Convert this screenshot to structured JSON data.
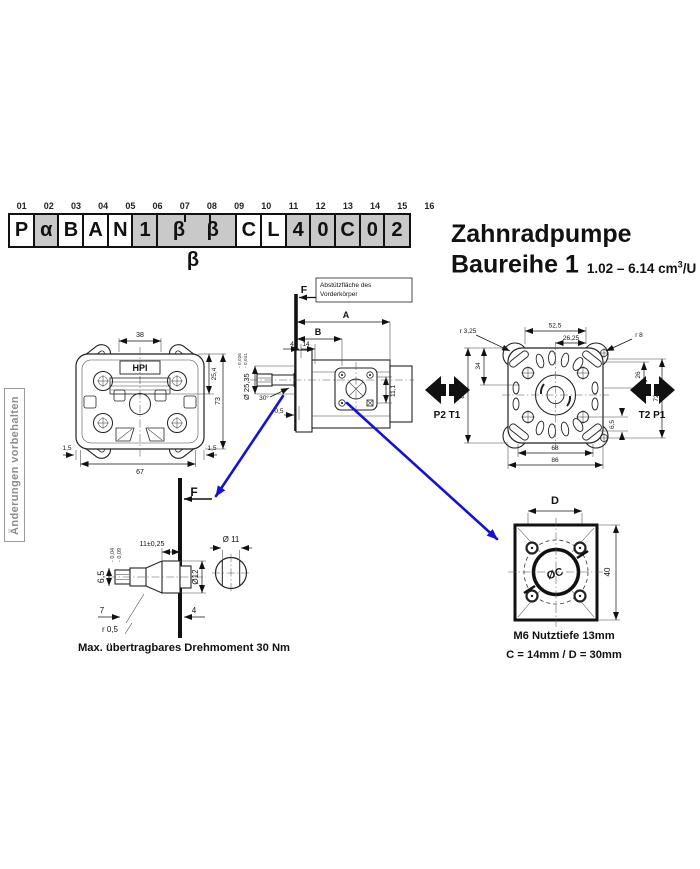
{
  "header": {
    "title": "Zahnradpumpe",
    "series": "Baureihe 1",
    "disp_prefix": "1.02 – 6.14 cm",
    "disp_sup": "3",
    "disp_suffix": "/U"
  },
  "side_note": "Änderungen vorbehalten",
  "colors": {
    "callout_arrow": "#1512d4",
    "table_shaded": "#c9c9c9"
  },
  "code_table": {
    "positions": [
      "01",
      "02",
      "03",
      "04",
      "05",
      "06",
      "07",
      "08",
      "09",
      "10",
      "11",
      "12",
      "13",
      "14",
      "15",
      "16"
    ],
    "cells": [
      {
        "value": "P",
        "shaded": false,
        "span": 1
      },
      {
        "value": "α",
        "shaded": true,
        "span": 1
      },
      {
        "value": "B",
        "shaded": false,
        "span": 1
      },
      {
        "value": "A",
        "shaded": false,
        "span": 1
      },
      {
        "value": "N",
        "shaded": false,
        "span": 1
      },
      {
        "value": "1",
        "shaded": true,
        "span": 1
      },
      {
        "value": "β β β",
        "shaded": true,
        "span": 3
      },
      {
        "value": "C",
        "shaded": false,
        "span": 1
      },
      {
        "value": "L",
        "shaded": false,
        "span": 1
      },
      {
        "value": "4",
        "shaded": true,
        "span": 1
      },
      {
        "value": "0",
        "shaded": true,
        "span": 1
      },
      {
        "value": "C",
        "shaded": true,
        "span": 1
      },
      {
        "value": "0",
        "shaded": true,
        "span": 1
      },
      {
        "value": "2",
        "shaded": true,
        "span": 1
      }
    ]
  },
  "front_view": {
    "logo": "HPI",
    "d38": "38",
    "d254": "25,4",
    "d73": "73",
    "d15l": "1,5",
    "d15r": "1,5",
    "d67": "67"
  },
  "side_view": {
    "support1": "Abstützfläche des",
    "support2": "Vorderkörper",
    "f": "F",
    "a": "A",
    "b": "B",
    "d4": "4",
    "d14": "14",
    "dia": "Ø 25,35",
    "tol1": "- 0,026",
    "tol2": "- 0,041",
    "angle": "30°",
    "d05": "0,5",
    "d111": "11,1"
  },
  "rear_view": {
    "d525": "52,5",
    "d2625": "26,25",
    "r325": "r 3,25",
    "r8": "r 8",
    "d34": "34",
    "d88": "88",
    "d26": "26",
    "d72": "72",
    "d65": "6,5",
    "d68": "68",
    "d86": "86",
    "port_left": "P2 T1",
    "port_right": "T2 P1"
  },
  "shaft_detail": {
    "f": "F",
    "d65": "6,5",
    "tol1": "- 0,04",
    "tol2": "- 0,09",
    "d11": "11±0,25",
    "dia11": "Ø 11",
    "dia12": "Ø12",
    "d7": "7",
    "d4": "4",
    "r05": "r 0,5",
    "caption": "Max. übertragbares Drehmoment 30 Nm"
  },
  "flange_detail": {
    "d": "D",
    "d40": "40",
    "center": "ØC",
    "cap1": "M6 Nutztiefe 13mm",
    "cap2": "C = 14mm / D = 30mm"
  }
}
